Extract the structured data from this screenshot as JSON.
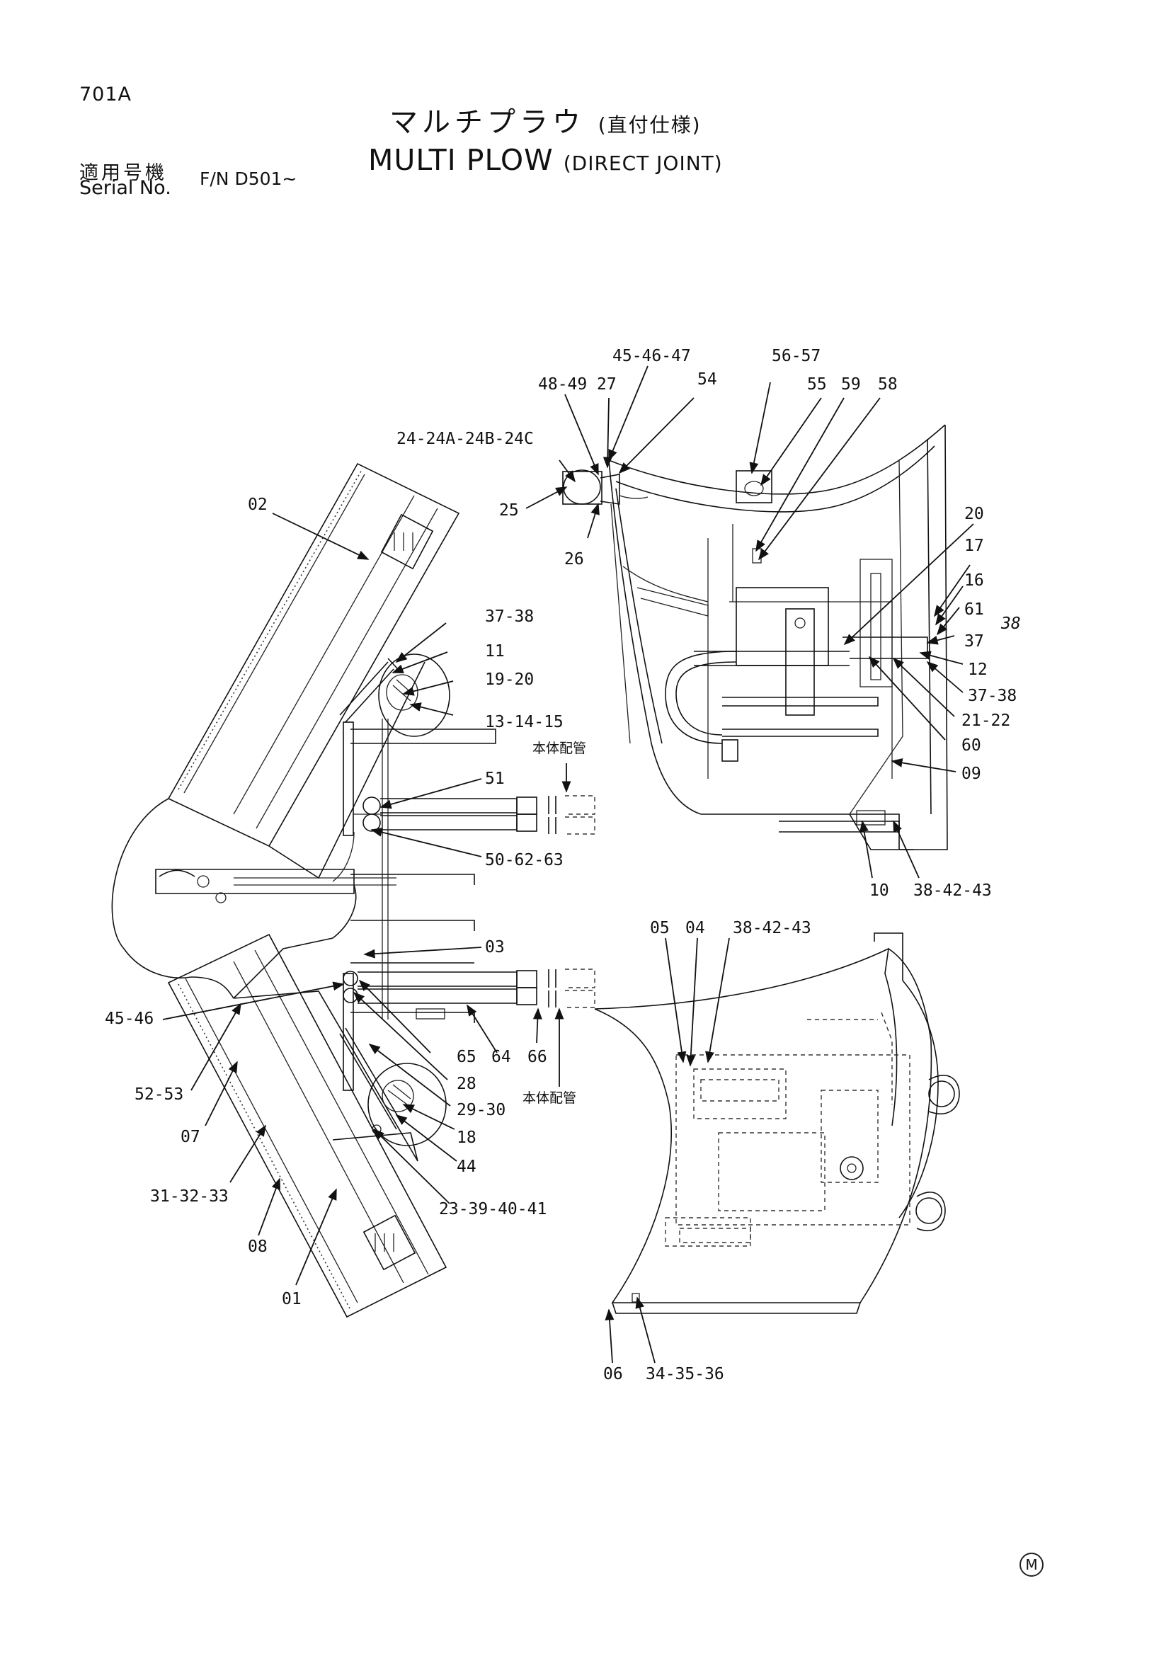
{
  "header": {
    "page_code": "701A",
    "title_jp": "マルチプラウ",
    "title_jp_sub": "(直付仕様)",
    "title_en": "MULTI PLOW",
    "title_en_sub": "(DIRECT JOINT)",
    "serial_label_jp": "適用号機",
    "serial_label_en": "Serial No.",
    "serial_value": "F/N D501∼"
  },
  "callouts": {
    "c45_46_47": "45-46-47",
    "c48_49": "48-49",
    "c27": "27",
    "c54": "54",
    "c56_57": "56-57",
    "c55": "55",
    "c59": "59",
    "c58": "58",
    "c24": "24-24A-24B-24C",
    "c25": "25",
    "c26": "26",
    "c20": "20",
    "c17": "17",
    "c16": "16",
    "c61": "61",
    "c38h": "38",
    "c37": "37",
    "c12": "12",
    "c37_38b": "37-38",
    "c21_22": "21-22",
    "c60": "60",
    "c09": "09",
    "c10": "10",
    "c38_42_43a": "38-42-43",
    "c02": "02",
    "c37_38": "37-38",
    "c11": "11",
    "c19_20": "19-20",
    "c13_14_15": "13-14-15",
    "piping1": "本体配管",
    "c51": "51",
    "c50_62_63": "50-62-63",
    "c03": "03",
    "c45_46": "45-46",
    "c65": "65",
    "c64": "64",
    "c66": "66",
    "c28": "28",
    "piping2": "本体配管",
    "c52_53": "52-53",
    "c29_30": "29-30",
    "c07": "07",
    "c18": "18",
    "c44": "44",
    "c31_32_33": "31-32-33",
    "c23_39_40_41": "23-39-40-41",
    "c08": "08",
    "c01": "01",
    "c05": "05",
    "c04": "04",
    "c38_42_43b": "38-42-43",
    "c06": "06",
    "c34_35_36": "34-35-36"
  },
  "footer": {
    "mark": "M"
  }
}
